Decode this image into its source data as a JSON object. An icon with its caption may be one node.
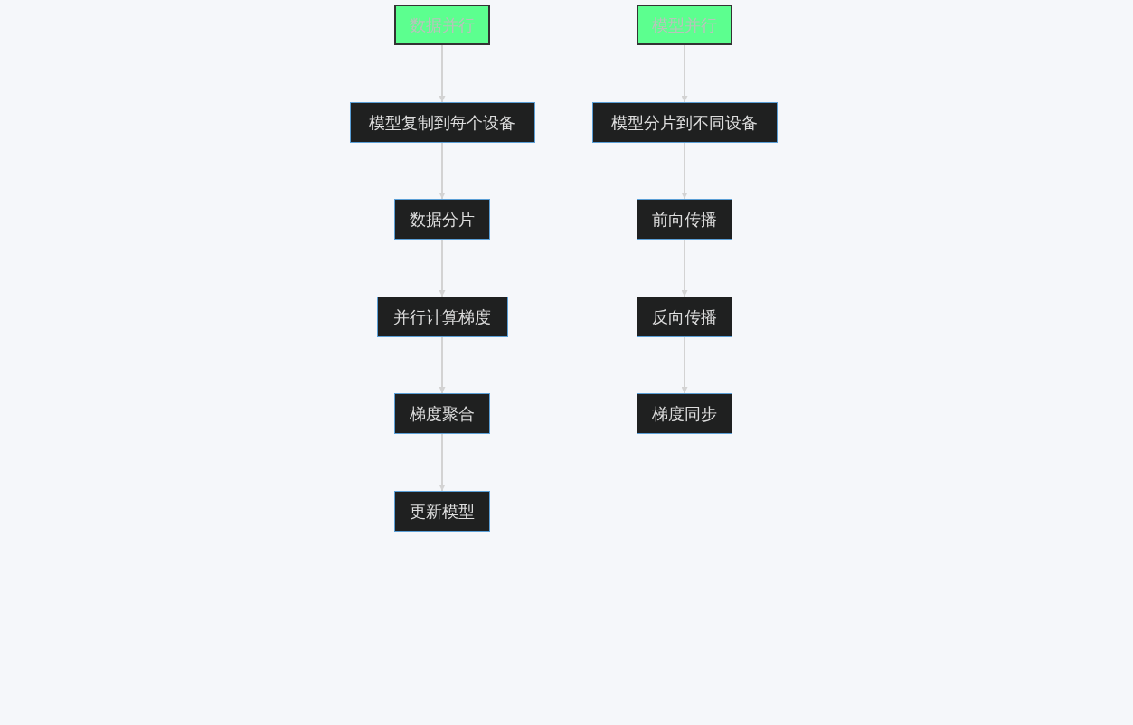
{
  "diagram": {
    "nodes": [
      {
        "text": [
          "数据并行"
        ]
      },
      {
        "text": [
          "模型复制到每个设备"
        ]
      },
      {
        "text": [
          "数据分片"
        ]
      },
      {
        "text": [
          "并行计算梯度"
        ]
      },
      {
        "text": [
          "梯度聚合"
        ]
      },
      {
        "text": [
          "更新模型"
        ]
      },
      {
        "text": [
          "模型并行"
        ]
      },
      {
        "text": [
          "模型分片到不同设备"
        ]
      },
      {
        "text": [
          "前向传播"
        ]
      },
      {
        "text": [
          "反向传播"
        ]
      },
      {
        "text": [
          "梯度同步"
        ]
      }
    ],
    "edges": [
      {
        "from": 0,
        "to": 1,
        "arrow": "to"
      },
      {
        "from": 1,
        "to": 2,
        "arrow": "to"
      },
      {
        "from": 2,
        "to": 3,
        "arrow": "to"
      },
      {
        "from": 3,
        "to": 4,
        "arrow": "to"
      },
      {
        "from": 4,
        "to": 5,
        "arrow": "to"
      },
      {
        "from": 6,
        "to": 7,
        "arrow": "to"
      },
      {
        "from": 7,
        "to": 8,
        "arrow": "to"
      },
      {
        "from": 8,
        "to": 9,
        "arrow": "to"
      },
      {
        "from": 9,
        "to": 10,
        "arrow": "to"
      }
    ]
  }
}
